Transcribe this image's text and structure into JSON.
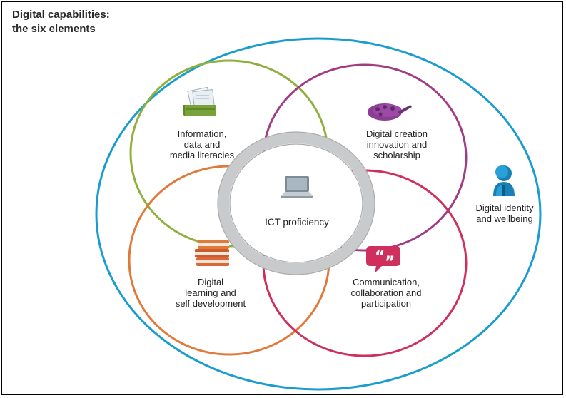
{
  "title": {
    "line1": "Digital capabilities:",
    "line2": "the six elements"
  },
  "elements": {
    "info": {
      "lines": [
        "Information,",
        "data and",
        "media literacies"
      ],
      "color": "#8fb03c",
      "icon": "card-file-icon"
    },
    "creation": {
      "lines": [
        "Digital creation",
        "innovation and",
        "scholarship"
      ],
      "color": "#a03b84",
      "icon": "palette-icon"
    },
    "learning": {
      "lines": [
        "Digital",
        "learning and",
        "self development"
      ],
      "color": "#e07a3a",
      "icon": "books-icon"
    },
    "comm": {
      "lines": [
        "Communication,",
        "collaboration and",
        "participation"
      ],
      "color": "#cf2f5c",
      "icon": "speech-bubble-icon"
    },
    "identity": {
      "lines": [
        "Digital identity",
        "and wellbeing"
      ],
      "color": "#1a9ccf",
      "icon": "person-icon"
    },
    "ict": {
      "lines": [
        "ICT proficiency"
      ],
      "color": "#c8cacc",
      "icon": "laptop-icon"
    }
  }
}
